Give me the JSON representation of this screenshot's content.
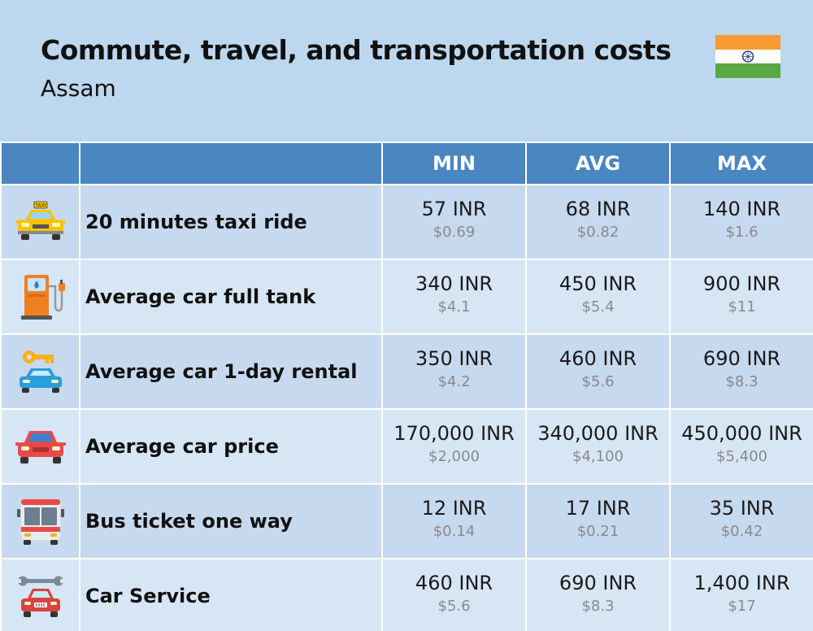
{
  "header": {
    "title": "Commute, travel, and transportation costs",
    "subtitle": "Assam",
    "flag_icon": "india-flag-icon"
  },
  "table": {
    "columns": [
      "",
      "",
      "MIN",
      "AVG",
      "MAX"
    ],
    "rows": [
      {
        "icon": "taxi-icon",
        "label": "20 minutes taxi ride",
        "min": {
          "inr": "57 INR",
          "usd": "$0.69"
        },
        "avg": {
          "inr": "68 INR",
          "usd": "$0.82"
        },
        "max": {
          "inr": "140 INR",
          "usd": "$1.6"
        }
      },
      {
        "icon": "fuel-pump-icon",
        "label": "Average car full tank",
        "min": {
          "inr": "340 INR",
          "usd": "$4.1"
        },
        "avg": {
          "inr": "450 INR",
          "usd": "$5.4"
        },
        "max": {
          "inr": "900 INR",
          "usd": "$11"
        }
      },
      {
        "icon": "car-rental-key-icon",
        "label": "Average car 1-day rental",
        "min": {
          "inr": "350 INR",
          "usd": "$4.2"
        },
        "avg": {
          "inr": "460 INR",
          "usd": "$5.6"
        },
        "max": {
          "inr": "690 INR",
          "usd": "$8.3"
        }
      },
      {
        "icon": "car-icon",
        "label": "Average car price",
        "min": {
          "inr": "170,000 INR",
          "usd": "$2,000"
        },
        "avg": {
          "inr": "340,000 INR",
          "usd": "$4,100"
        },
        "max": {
          "inr": "450,000 INR",
          "usd": "$5,400"
        }
      },
      {
        "icon": "bus-icon",
        "label": "Bus ticket one way",
        "min": {
          "inr": "12 INR",
          "usd": "$0.14"
        },
        "avg": {
          "inr": "17 INR",
          "usd": "$0.21"
        },
        "max": {
          "inr": "35 INR",
          "usd": "$0.42"
        }
      },
      {
        "icon": "car-service-wrench-icon",
        "label": "Car Service",
        "min": {
          "inr": "460 INR",
          "usd": "$5.6"
        },
        "avg": {
          "inr": "690 INR",
          "usd": "$8.3"
        },
        "max": {
          "inr": "1,400 INR",
          "usd": "$17"
        }
      }
    ]
  },
  "colors": {
    "background": "#bcd7ee",
    "header_row": "#4a86c0",
    "row_odd": "#c7d9ee",
    "row_even": "#d7e6f4"
  }
}
